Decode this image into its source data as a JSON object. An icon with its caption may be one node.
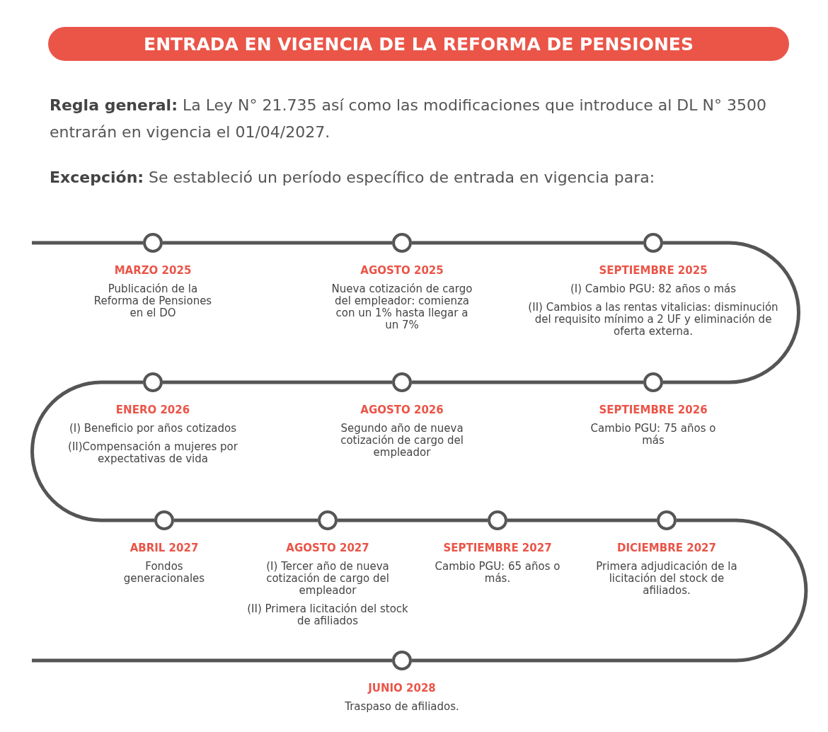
{
  "diagram": {
    "title": "ENTRADA EN VIGENCIA DE LA REFORMA DE PENSIONES",
    "labels": [
      "**Regla general:** La Ley N° 21.735 así como las modificaciones que introduce al DL N° 3500 entrarán en vigencia el 01/04/2027.",
      "**Excepción:** Se estableció un período específico de entrada en vigencia para:"
    ],
    "nodes": [
      {
        "text": [],
        "shape": "circle",
        "beside": [
          "MARZO 2025",
          "Publicación de la Reforma de Pensiones en el DO"
        ]
      },
      {
        "text": [],
        "shape": "circle",
        "beside": [
          "AGOSTO 2025",
          "Nueva cotización de cargo del empleador: comienza con un 1% hasta llegar a un 7%"
        ]
      },
      {
        "text": [],
        "shape": "circle",
        "beside": [
          "SEPTIEMBRE 2025",
          "(I) Cambio PGU: 82 años o más",
          "(II) Cambios a las rentas vitalicias: disminución del requisito mínimo a 2 UF y eliminación de oferta externa."
        ]
      },
      {
        "text": [],
        "shape": "circle",
        "beside": [
          "ENERO 2026",
          "(I) Beneficio por años cotizados",
          "(II)Compensación a mujeres por expectativas de vida"
        ]
      },
      {
        "text": [],
        "shape": "circle",
        "beside": [
          "AGOSTO 2026",
          "Segundo año de nueva cotización de cargo del empleador"
        ]
      },
      {
        "text": [],
        "shape": "circle",
        "beside": [
          "SEPTIEMBRE 2026",
          "Cambio PGU: 75 años o más"
        ]
      },
      {
        "text": [],
        "shape": "circle",
        "beside": [
          "ABRIL 2027",
          "Fondos generacionales"
        ]
      },
      {
        "text": [],
        "shape": "circle",
        "beside": [
          "AGOSTO 2027",
          "(I) Tercer año de nueva cotización de cargo del empleador",
          "(II) Primera licitación del stock de afiliados"
        ]
      },
      {
        "text": [],
        "shape": "circle",
        "beside": [
          "SEPTIEMBRE 2027",
          "Cambio PGU: 65 años o más."
        ]
      },
      {
        "text": [],
        "shape": "circle",
        "beside": [
          "DICIEMBRE 2027",
          "Primera adjudicación de la licitación del stock de afiliados."
        ]
      },
      {
        "text": [],
        "shape": "circle",
        "beside": [
          "JUNIO 2028",
          "Traspaso de afiliados."
        ]
      }
    ],
    "edges": [
      {
        "from": null,
        "to": 0,
        "arrow": "none"
      },
      {
        "from": 0,
        "to": 1,
        "arrow": "none"
      },
      {
        "from": 1,
        "to": 2,
        "arrow": "none"
      },
      {
        "from": 2,
        "to": 5,
        "arrow": "none"
      },
      {
        "from": 5,
        "to": 4,
        "arrow": "none"
      },
      {
        "from": 4,
        "to": 3,
        "arrow": "none"
      },
      {
        "from": 3,
        "to": 6,
        "arrow": "none"
      },
      {
        "from": 6,
        "to": 7,
        "arrow": "none"
      },
      {
        "from": 7,
        "to": 8,
        "arrow": "none"
      },
      {
        "from": 8,
        "to": 9,
        "arrow": "none"
      },
      {
        "from": 9,
        "to": 10,
        "arrow": "none"
      },
      {
        "from": 10,
        "to": null,
        "arrow": "none"
      }
    ]
  }
}
